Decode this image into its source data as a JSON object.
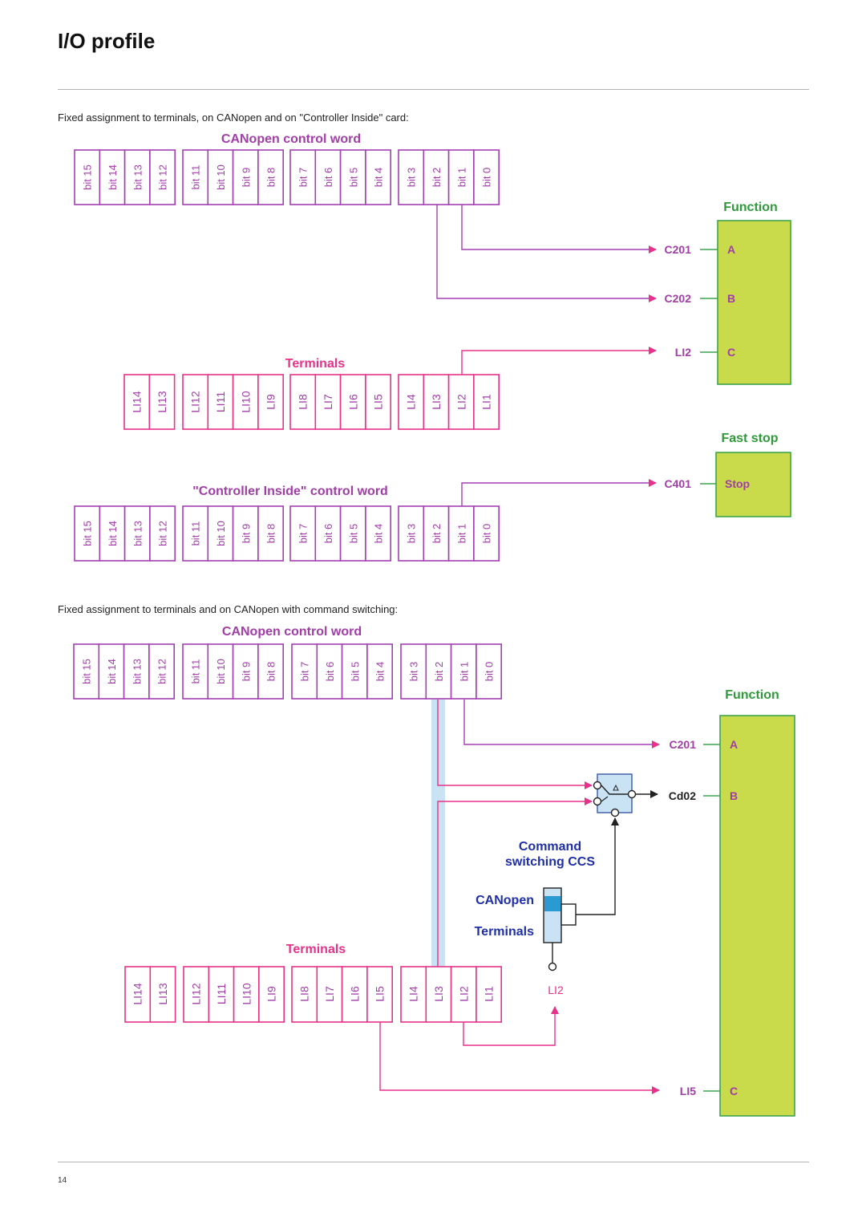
{
  "page": {
    "title": "I/O profile",
    "page_number": "14"
  },
  "section1": {
    "intro": "Fixed assignment to terminals, on CANopen and on \"Controller Inside\" card:",
    "canopen_title": "CANopen control word",
    "canopen_bits": [
      "bit 15",
      "bit 14",
      "bit 13",
      "bit 12",
      "bit 11",
      "bit 10",
      "bit 9",
      "bit 8",
      "bit 7",
      "bit 6",
      "bit 5",
      "bit 4",
      "bit 3",
      "bit 2",
      "bit 1",
      "bit 0"
    ],
    "terminals_title": "Terminals",
    "terminals": [
      "LI14",
      "LI13",
      "LI12",
      "LI11",
      "LI10",
      "LI9",
      "LI8",
      "LI7",
      "LI6",
      "LI5",
      "LI4",
      "LI3",
      "LI2",
      "LI1"
    ],
    "controller_title": "\"Controller Inside\" control word",
    "controller_bits": [
      "bit 15",
      "bit 14",
      "bit 13",
      "bit 12",
      "bit 11",
      "bit 10",
      "bit 9",
      "bit 8",
      "bit 7",
      "bit 6",
      "bit 5",
      "bit 4",
      "bit 3",
      "bit 2",
      "bit 1",
      "bit 0"
    ],
    "function_title": "Function",
    "function_inputs": [
      {
        "code": "C201",
        "port": "A"
      },
      {
        "code": "C202",
        "port": "B"
      },
      {
        "code": "LI2",
        "port": "C"
      }
    ],
    "fast_stop_title": "Fast stop",
    "fast_stop_input": {
      "code": "C401",
      "port": "Stop"
    }
  },
  "section2": {
    "intro": "Fixed assignment to terminals and on CANopen with command switching:",
    "canopen_title": "CANopen control word",
    "canopen_bits": [
      "bit 15",
      "bit 14",
      "bit 13",
      "bit 12",
      "bit 11",
      "bit 10",
      "bit 9",
      "bit 8",
      "bit 7",
      "bit 6",
      "bit 5",
      "bit 4",
      "bit 3",
      "bit 2",
      "bit 1",
      "bit 0"
    ],
    "terminals_title": "Terminals",
    "terminals": [
      "LI14",
      "LI13",
      "LI12",
      "LI11",
      "LI10",
      "LI9",
      "LI8",
      "LI7",
      "LI6",
      "LI5",
      "LI4",
      "LI3",
      "LI2",
      "LI1"
    ],
    "function_title": "Function",
    "function_inputs": [
      {
        "code": "C201",
        "port": "A"
      },
      {
        "code": "Cd02",
        "port": "B"
      },
      {
        "code": "LI5",
        "port": "C"
      }
    ],
    "switch_title_line1": "Command",
    "switch_title_line2": "switching CCS",
    "switch_canopen_label": "CANopen",
    "switch_terminals_label": "Terminals",
    "switch_input": "LI2"
  },
  "colors": {
    "frame_purple": "#a43fb3",
    "bit_text": "#a23da8",
    "arrow_magenta": "#e8328a",
    "function_green": "#c9da4a",
    "function_border": "#3ea44e",
    "heading_green": "#2f9a3a",
    "heading_blue": "#1e2fa8",
    "highlight_blue": "#c9e3f5"
  }
}
